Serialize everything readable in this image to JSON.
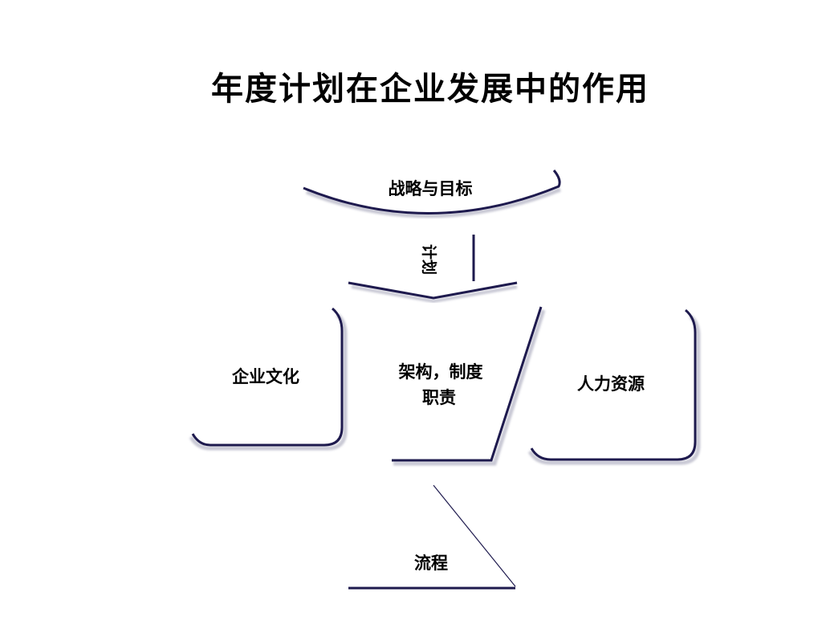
{
  "title": "年度计划在企业发展中的作用",
  "nodes": {
    "strategy": "战略与目标",
    "plan_label": "计划",
    "culture": "企业文化",
    "structure_line1": "架构，制度",
    "structure_line2": "职责",
    "hr": "人力资源",
    "process": "流程"
  },
  "colors": {
    "outline": "#1e1a4e",
    "shadow": "#c8c8d4",
    "fill": "#ffffff"
  }
}
